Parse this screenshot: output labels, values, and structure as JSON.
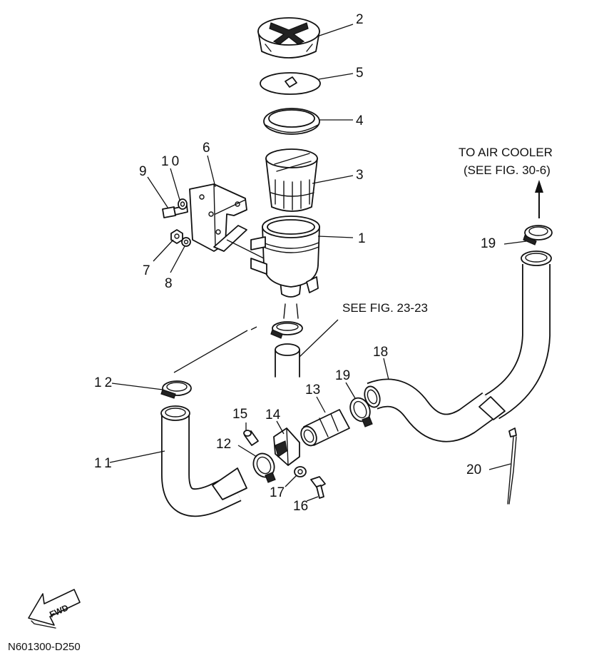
{
  "diagram": {
    "part_labels": [
      "1",
      "2",
      "3",
      "4",
      "5",
      "6",
      "7",
      "8",
      "9",
      "10",
      "11",
      "12",
      "12",
      "13",
      "14",
      "15",
      "16",
      "17",
      "18",
      "19",
      "19",
      "20"
    ],
    "notes": {
      "to_air_cooler_line1": "TO AIR COOLER",
      "to_air_cooler_line2": "(SEE FIG. 30-6)",
      "see_fig": "SEE FIG. 23-23"
    },
    "fwd_label": "FWD",
    "figure_code": "N601300-D250"
  }
}
